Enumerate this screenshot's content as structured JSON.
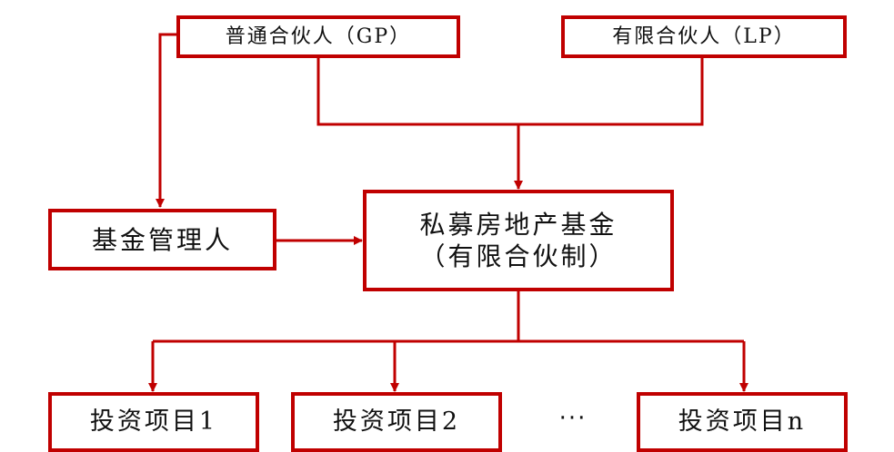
{
  "colors": {
    "border": "#c00000",
    "connector": "#c00000",
    "text": "#111111",
    "background": "#ffffff"
  },
  "nodes": {
    "gp": {
      "label": "普通合伙人（GP）"
    },
    "lp": {
      "label": "有限合伙人（LP）"
    },
    "manager": {
      "label": "基金管理人"
    },
    "fund": {
      "line1": "私募房地产基金",
      "line2": "（有限合伙制）"
    },
    "project1": {
      "label": "投资项目1"
    },
    "project2": {
      "label": "投资项目2"
    },
    "ellipsis": {
      "label": "···"
    },
    "projectn": {
      "label": "投资项目n"
    }
  },
  "edges": [
    {
      "from": "gp",
      "to": "fund"
    },
    {
      "from": "lp",
      "to": "fund"
    },
    {
      "from": "gp",
      "to": "manager"
    },
    {
      "from": "manager",
      "to": "fund"
    },
    {
      "from": "fund",
      "to": "project1"
    },
    {
      "from": "fund",
      "to": "project2"
    },
    {
      "from": "fund",
      "to": "projectn"
    }
  ]
}
